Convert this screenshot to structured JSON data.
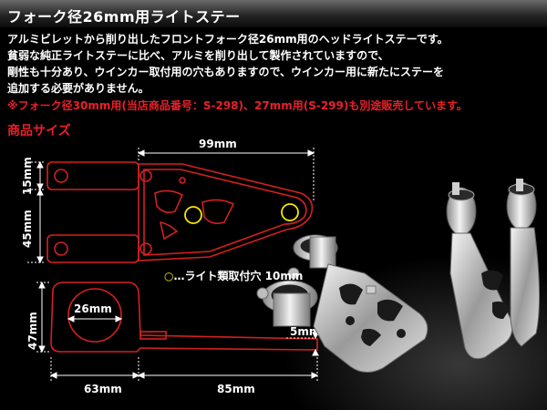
{
  "title": "フォーク径26mm用ライトステー",
  "description": [
    "アルミビレットから削り出したフロントフォーク径26mm用のヘッドライトステーです。",
    "貧弱な純正ライトステーに比べ、アルミを削り出して製作されていますので、",
    "剛性も十分あり、ウインカー取付用の穴もありますので、ウインカー用に新たにステーを",
    "追加する必要がありません。"
  ],
  "notice": "※フォーク径30mm用(当店商品番号：S-298)、27mm用(S-299)も別途販売しています。",
  "section_title": "商品サイズ",
  "hole_note": {
    "mark": "○",
    "text": "…ライト類取付穴 10mm"
  },
  "dimensions": {
    "width_99": "99mm",
    "height_15": "15mm",
    "height_45": "45mm",
    "height_47": "47mm",
    "diameter_26": "26mm",
    "thickness_5": "5mm",
    "length_63": "63mm",
    "length_85": "85mm"
  },
  "colors": {
    "outline": "#d42020",
    "accent_text": "#e8202a",
    "hole_mark": "#f5e600"
  }
}
